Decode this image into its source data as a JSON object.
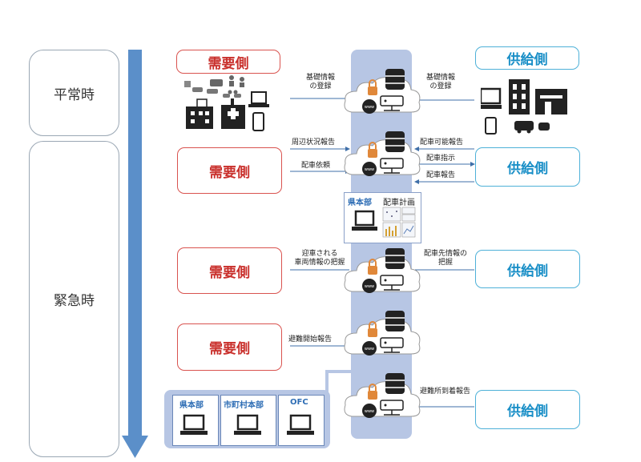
{
  "phases": {
    "normal": "平常時",
    "emergency": "緊急時"
  },
  "demand_label": "需要側",
  "supply_label": "供給側",
  "flows": {
    "row1_left": "基礎情報\nの登録",
    "row1_right": "基礎情報\nの登録",
    "row2_left_top": "周辺状況報告",
    "row2_left_bottom": "配車依頼",
    "row2_right_1": "配車可能報告",
    "row2_right_2": "配車指示",
    "row2_right_3": "配車報告",
    "row3_left": "迎車される\n車両情報の把握",
    "row3_right": "配車先情報の\n把握",
    "row4_left": "避難開始報告",
    "row5_right": "避難所到着報告"
  },
  "center_panel": {
    "hq": "県本部",
    "plan": "配車計画"
  },
  "bottom_panel": {
    "pref_hq": "県本部",
    "muni_hq": "市町村本部",
    "ofc": "OFC"
  },
  "colors": {
    "demand_red": "#c9302c",
    "supply_blue": "#1a8fc7",
    "timeline_arrow": "#5b8fc9",
    "server_column": "#b7c6e4",
    "bottom_panel": "#b7c6e4"
  }
}
